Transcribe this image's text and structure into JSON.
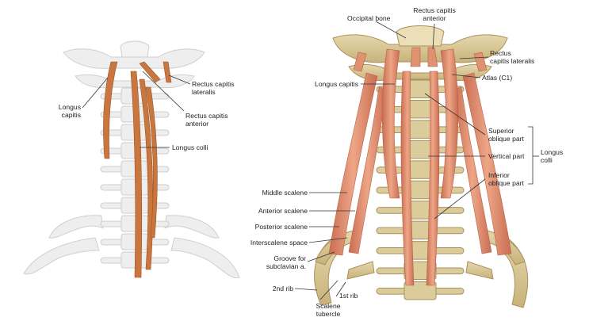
{
  "left_labels": {
    "longus_capitis": [
      "Longus",
      "capitis"
    ],
    "rectus_capitis_lateralis": [
      "Rectus capitis",
      "lateralis"
    ],
    "rectus_capitis_anterior": [
      "Rectus capitis",
      "anterior"
    ],
    "longus_colli": [
      "Longus colli"
    ]
  },
  "right_labels": {
    "occipital_bone": [
      "Occipital bone"
    ],
    "rectus_capitis_anterior": [
      "Rectus capitis",
      "anterior"
    ],
    "rectus_capitis_lateralis": [
      "Rectus",
      "capitis lateralis"
    ],
    "atlas": [
      "Atlas (C1)"
    ],
    "longus_capitis": [
      "Longus capitis"
    ],
    "superior_oblique": [
      "Superior",
      "oblique part"
    ],
    "vertical_part": [
      "Vertical part"
    ],
    "longus_colli": [
      "Longus",
      "colli"
    ],
    "inferior_oblique": [
      "Inferior",
      "oblique part"
    ],
    "middle_scalene": [
      "Middle scalene"
    ],
    "anterior_scalene": [
      "Anterior scalene"
    ],
    "posterior_scalene": [
      "Posterior scalene"
    ],
    "interscalene_space": [
      "Interscalene space"
    ],
    "groove_subclavian": [
      "Groove for",
      "subclavian a."
    ],
    "second_rib": [
      "2nd rib"
    ],
    "first_rib": [
      "1st rib"
    ],
    "scalene_tubercle": [
      "Scalene",
      "tubercle"
    ]
  },
  "colors": {
    "bone_left": "#eeeeee",
    "bone_left_edge": "#cfcfcf",
    "muscle_left": "#c9773f",
    "bone_right": "#dccb9b",
    "bone_right_edge": "#a8925c",
    "muscle_right": "#de9270",
    "muscle_right_dark": "#b9614a",
    "leader": "#333333"
  }
}
